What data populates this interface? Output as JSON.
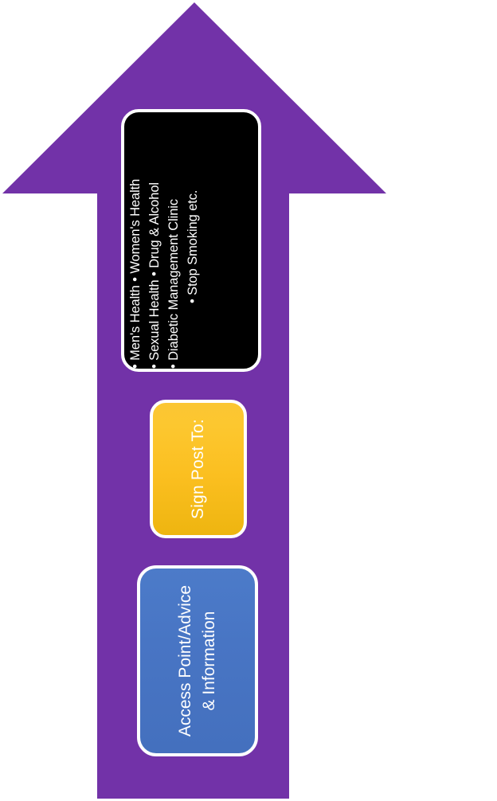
{
  "diagram": {
    "title": "Access Point / Sign Post health services arrow diagram",
    "shape": "up-arrow",
    "colors": {
      "arrow_purple": "#7232A8",
      "services_black": "#000000",
      "signpost_yellow": "#FBC32A",
      "access_blue": "#4875C4",
      "outline_white": "#FFFFFF",
      "text_white": "#FFFFFF",
      "background": "#FFFFFF"
    }
  },
  "services": {
    "box_label": "services-list",
    "orientation": "vertical-90ccw",
    "lines": [
      "• Men's Health • Women's Health",
      "• Sexual Health • Drug & Alcohol",
      "• Diabetic Management Clinic",
      "• Stop Smoking etc."
    ],
    "items": [
      "Men's Health",
      "Women's Health",
      "Sexual Health",
      "Drug & Alcohol",
      "Diabetic Management Clinic",
      "Stop Smoking etc."
    ]
  },
  "signpost": {
    "label": "Sign Post To:",
    "orientation": "vertical-90ccw"
  },
  "access": {
    "line1": "Access Point/Advice",
    "line2": "&  Information",
    "full_label": "Access Point/Advice & Information",
    "orientation": "vertical-90ccw"
  }
}
